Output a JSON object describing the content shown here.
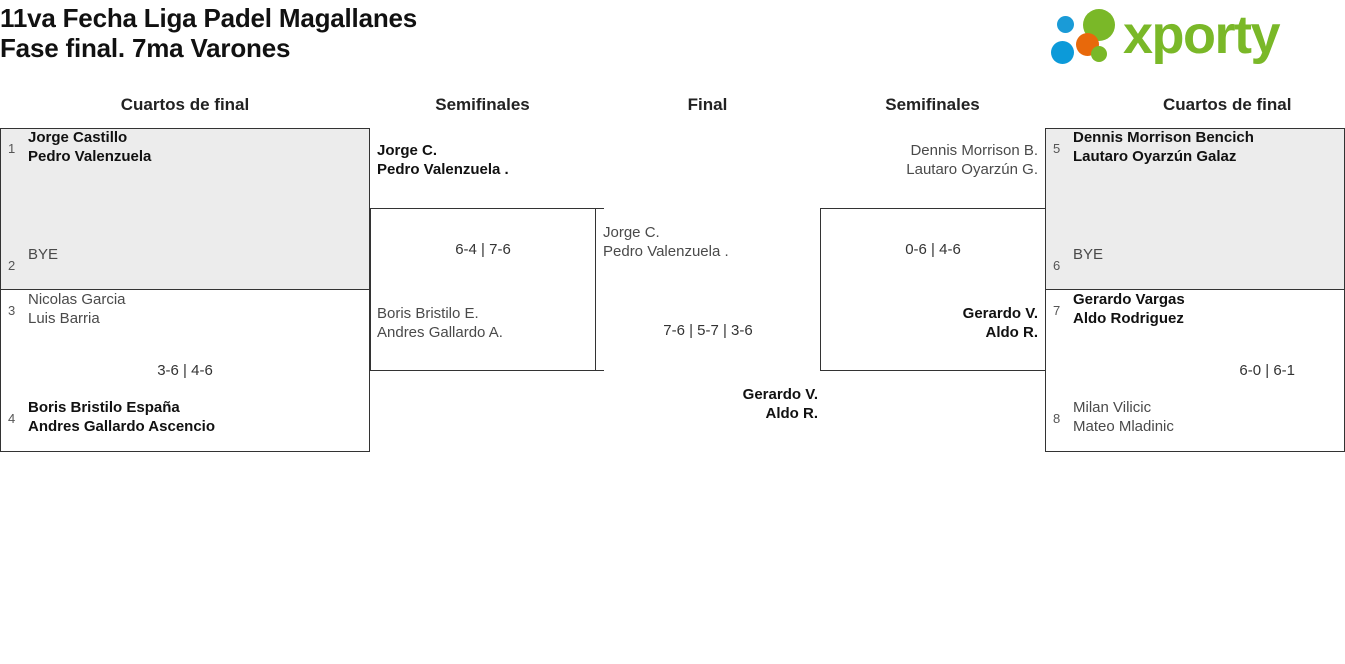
{
  "header": {
    "title_line_1": "11va Fecha Liga Padel Magallanes",
    "title_line_2": "Fase final. 7ma Varones",
    "logo_text": "xporty"
  },
  "rounds": {
    "qf_left": "Cuartos de final",
    "sf_left": "Semifinales",
    "final": "Final",
    "sf_right": "Semifinales",
    "qf_right": "Cuartos de final"
  },
  "bracket": {
    "quarterfinals_left": [
      {
        "seed": "1",
        "name_1": "Jorge Castillo",
        "name_2": "Pedro Valenzuela",
        "status": "winner"
      },
      {
        "seed": "2",
        "name_1": "BYE",
        "name_2": "",
        "status": "bye"
      },
      {
        "seed": "3",
        "name_1": "Nicolas Garcia",
        "name_2": "Luis Barria",
        "status": "loser"
      },
      {
        "seed": "4",
        "name_1": "Boris Bristilo España",
        "name_2": "Andres Gallardo Ascencio",
        "status": "winner"
      }
    ],
    "quarterfinals_right": [
      {
        "seed": "5",
        "name_1": "Dennis Morrison Bencich",
        "name_2": "Lautaro Oyarzún Galaz",
        "status": "winner"
      },
      {
        "seed": "6",
        "name_1": "BYE",
        "name_2": "",
        "status": "bye"
      },
      {
        "seed": "7",
        "name_1": "Gerardo Vargas",
        "name_2": "Aldo Rodriguez",
        "status": "winner"
      },
      {
        "seed": "8",
        "name_1": "Milan Vilicic",
        "name_2": "Mateo Mladinic",
        "status": "loser"
      }
    ],
    "semifinal_left": {
      "top": {
        "name_1": "Jorge C.",
        "name_2": "Pedro Valenzuela .",
        "status": "winner"
      },
      "bottom": {
        "name_1": "Boris Bristilo E.",
        "name_2": "Andres Gallardo A.",
        "status": "loser"
      }
    },
    "semifinal_right": {
      "top": {
        "name_1": "Dennis Morrison B.",
        "name_2": "Lautaro Oyarzún G.",
        "status": "loser"
      },
      "bottom": {
        "name_1": "Gerardo V.",
        "name_2": "Aldo R.",
        "status": "winner"
      }
    },
    "final": {
      "top": {
        "name_1": "Jorge C.",
        "name_2": "Pedro Valenzuela .",
        "status": "loser"
      },
      "bottom": {
        "name_1": "Gerardo V.",
        "name_2": "Aldo R.",
        "status": "winner"
      }
    },
    "scores": {
      "qf_left_bottom": "3-6 | 4-6",
      "qf_right_bottom": "6-0 | 6-1",
      "semifinal_left": "6-4 | 7-6",
      "semifinal_right": "0-6 | 4-6",
      "final": "7-6 | 5-7 | 3-6"
    }
  },
  "colors": {
    "shaded_box": "#ececec",
    "box_border": "#333333",
    "brand_green": "#7ab828",
    "brand_blue": "#0c9ad9",
    "brand_orange": "#e8690b"
  }
}
